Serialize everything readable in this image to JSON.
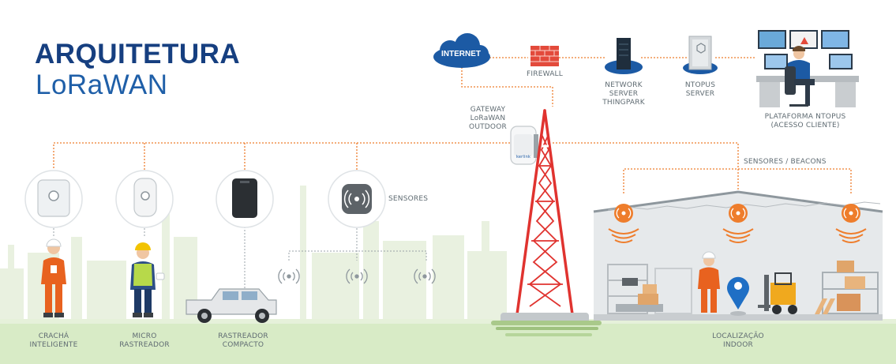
{
  "title": {
    "line1": "ARQUITETURA",
    "line2": "LoRaWAN"
  },
  "cloud": {
    "label": "INTERNET"
  },
  "firewall": {
    "label": "FIREWALL"
  },
  "network_server": {
    "line1": "NETWORK",
    "line2": "SERVER",
    "line3": "THINGPARK"
  },
  "ntopus_server": {
    "line1": "NTOPUS",
    "line2": "SERVER"
  },
  "platform": {
    "line1": "PLATAFORMA NTOPUS",
    "line2": "(ACESSO CLIENTE)"
  },
  "gateway": {
    "line1": "GATEWAY",
    "line2": "LoRaWAN",
    "line3": "OUTDOOR",
    "brand": "kerlink"
  },
  "sensors_label": "SENSORES",
  "beacons_label": "SENSORES / BEACONS",
  "devices": [
    {
      "line1": "CRACHÁ",
      "line2": "INTELIGENTE"
    },
    {
      "line1": "MICRO",
      "line2": "RASTREADOR"
    },
    {
      "line1": "RASTREADOR",
      "line2": "COMPACTO"
    }
  ],
  "indoor": {
    "line1": "LOCALIZAÇÃO",
    "line2": "INDOOR"
  },
  "colors": {
    "title_dark_blue": "#163f80",
    "title_blue": "#1f5fa8",
    "connection_orange": "#ee7d2c",
    "tower_red": "#e0332f",
    "ground_green": "#d3e8c2",
    "warehouse_gray": "#e3e6e8"
  }
}
